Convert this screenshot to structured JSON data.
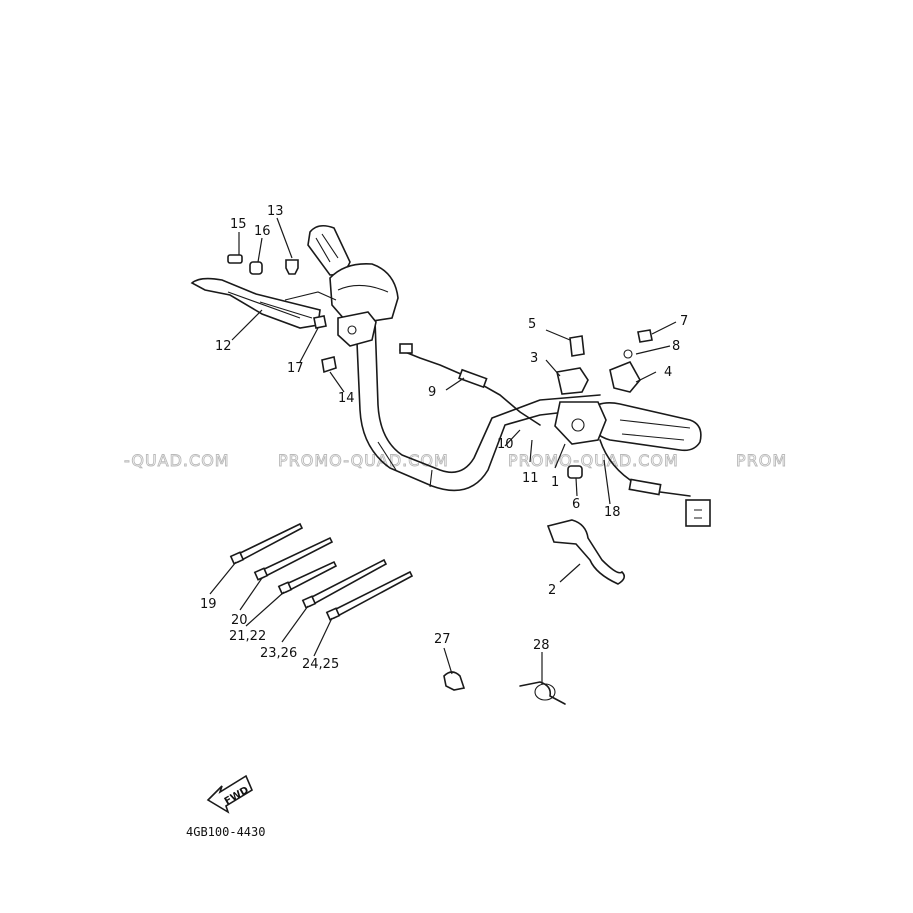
{
  "watermarks": [
    "-QUAD.COM",
    "PROMO-QUAD.COM",
    "PROMO-QUAD.COM",
    "PROM"
  ],
  "part_code": "4GB100-4430",
  "fwd_label": "FWD",
  "callouts": [
    {
      "id": "c1",
      "label": "1"
    },
    {
      "id": "c2",
      "label": "2"
    },
    {
      "id": "c3",
      "label": "3"
    },
    {
      "id": "c4",
      "label": "4"
    },
    {
      "id": "c5",
      "label": "5"
    },
    {
      "id": "c6",
      "label": "6"
    },
    {
      "id": "c7",
      "label": "7"
    },
    {
      "id": "c8",
      "label": "8"
    },
    {
      "id": "c9",
      "label": "9"
    },
    {
      "id": "c10",
      "label": "10"
    },
    {
      "id": "c11",
      "label": "11"
    },
    {
      "id": "c12",
      "label": "12"
    },
    {
      "id": "c13",
      "label": "13"
    },
    {
      "id": "c14",
      "label": "14"
    },
    {
      "id": "c15",
      "label": "15"
    },
    {
      "id": "c16",
      "label": "16"
    },
    {
      "id": "c17",
      "label": "17"
    },
    {
      "id": "c18",
      "label": "18"
    },
    {
      "id": "c19",
      "label": "19"
    },
    {
      "id": "c20",
      "label": "20"
    },
    {
      "id": "c21",
      "label": "21,22"
    },
    {
      "id": "c23",
      "label": "23,26"
    },
    {
      "id": "c24",
      "label": "24,25"
    },
    {
      "id": "c27",
      "label": "27"
    },
    {
      "id": "c28",
      "label": "28"
    }
  ]
}
